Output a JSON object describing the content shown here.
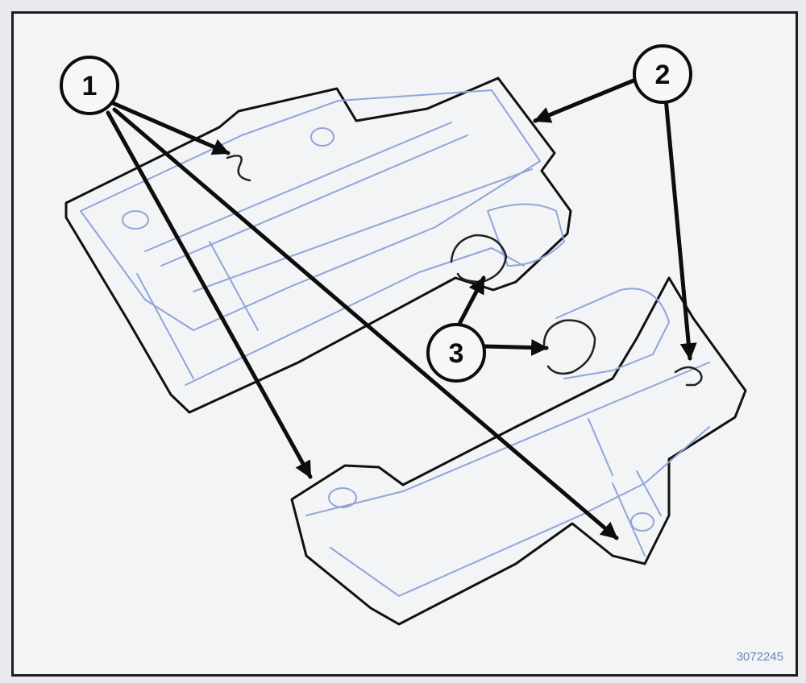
{
  "callouts": [
    {
      "label": "1"
    },
    {
      "label": "2"
    },
    {
      "label": "3"
    }
  ],
  "figure_id": "3072245",
  "colors": {
    "outline": "#111111",
    "detail_lines": "#8fa6d8",
    "background": "#f3f4f6"
  }
}
